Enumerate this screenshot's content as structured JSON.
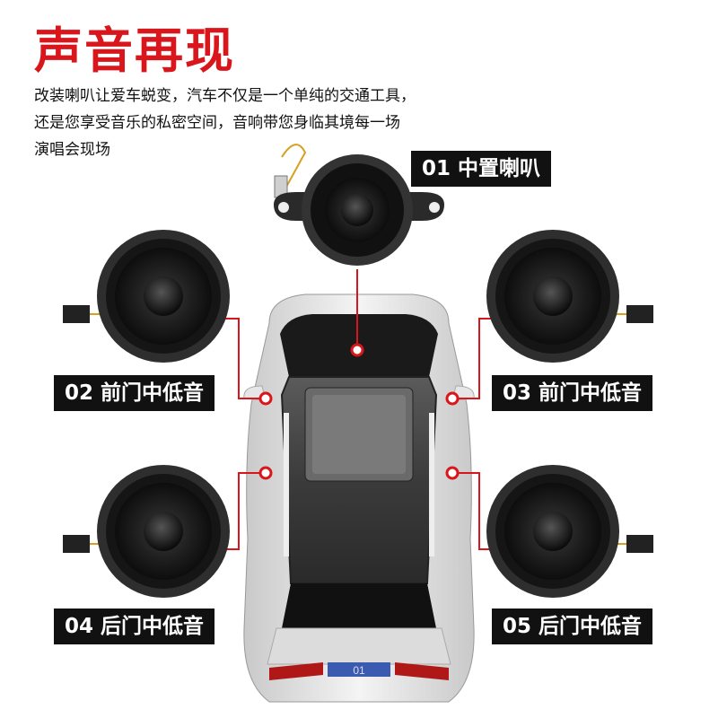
{
  "title": "声音再现",
  "description": {
    "line1": "改装喇叭让爱车蜕变，汽车不仅是一个单纯的交通工具，",
    "line2": "还是您享受音乐的私密空间，音响带您身临其境每一场",
    "line3": "演唱会现场"
  },
  "labels": {
    "l1": "01 中置喇叭",
    "l2": "02 前门中低音",
    "l3": "03 前门中低音",
    "l4": "04 后门中低音",
    "l5": "05 后门中低音"
  },
  "plate": "01"
}
